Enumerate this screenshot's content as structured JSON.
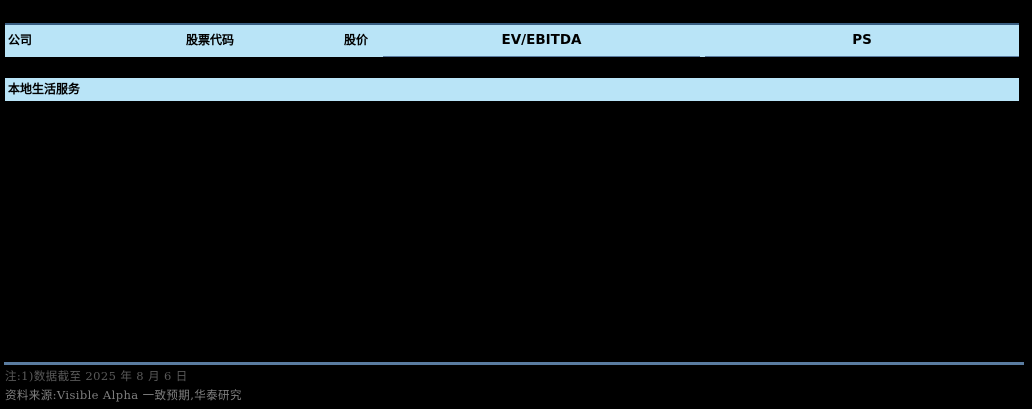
{
  "table": {
    "columns": {
      "company": "公司",
      "ticker": "股票代码",
      "price": "股价",
      "ev_ebitda": "EV/EBITDA",
      "ps": "PS"
    },
    "sections": [
      {
        "label": "本地生活服务",
        "rows": []
      }
    ],
    "rows": []
  },
  "footnotes": {
    "note": "注:1)数据截至 2025 年 8 月 6 日",
    "source": "资料来源:Visible Alpha 一致预期,华泰研究"
  },
  "colors": {
    "header_fill": "#b9e4f7",
    "rule": "#5a7ca0",
    "background": "#000000",
    "footnote_text": "#7f7f7f"
  }
}
